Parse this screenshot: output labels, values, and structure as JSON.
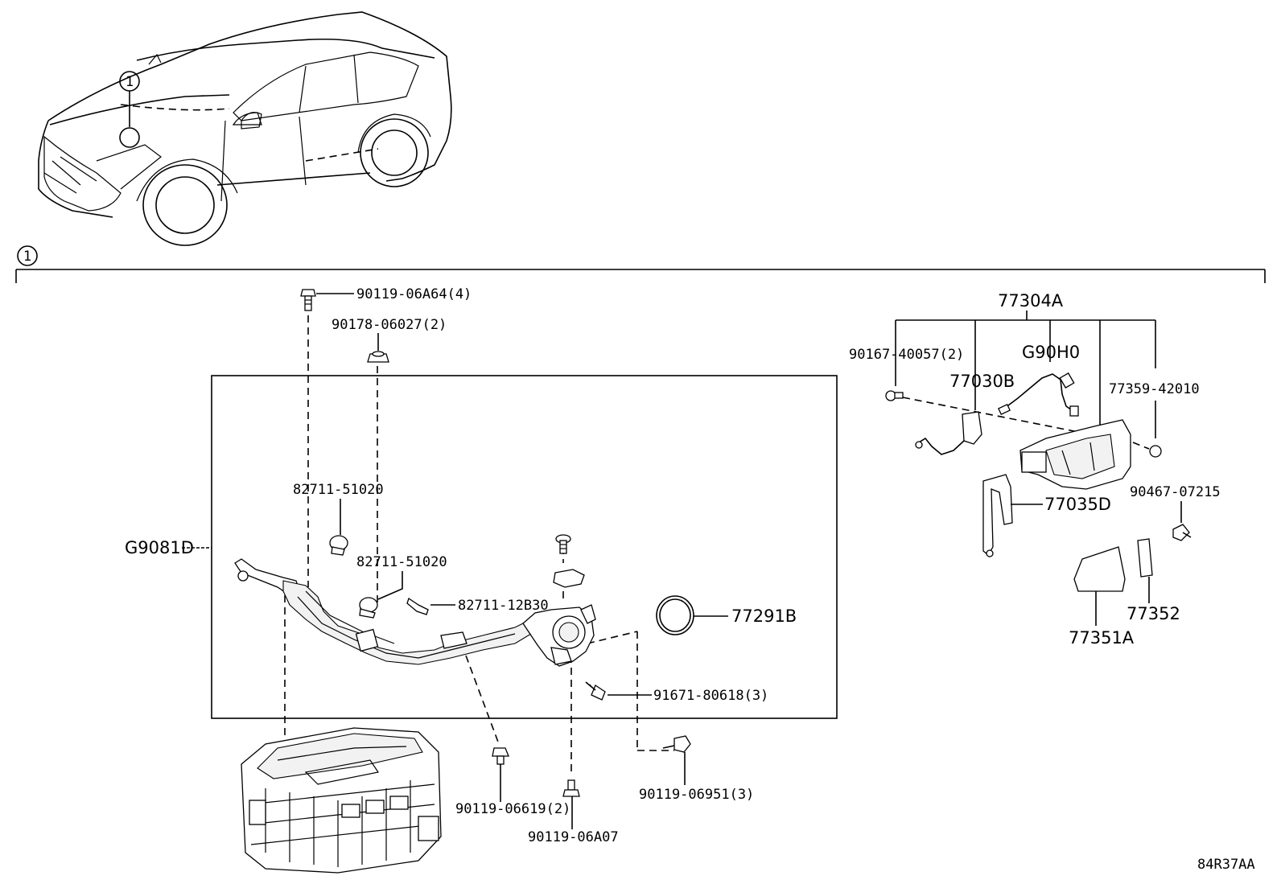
{
  "diagram_code": "84R37AA",
  "callout_ref": "1",
  "parts": {
    "p_90119_06A64": "90119-06A64(4)",
    "p_90178_06027": "90178-06027(2)",
    "p_82711_51020_a": "82711-51020",
    "p_82711_51020_b": "82711-51020",
    "p_82711_12B30": "82711-12B30",
    "p_G9081D": "G9081D",
    "p_77291B": "77291B",
    "p_91671_80618": "91671-80618(3)",
    "p_90119_06619": "90119-06619(2)",
    "p_90119_06A07": "90119-06A07",
    "p_90119_06951": "90119-06951(3)",
    "p_77304A": "77304A",
    "p_90167_40057": "90167-40057(2)",
    "p_G90H0": "G90H0",
    "p_77030B": "77030B",
    "p_77359_42010": "77359-42010",
    "p_77035D": "77035D",
    "p_90467_07215": "90467-07215",
    "p_77351A": "77351A",
    "p_77352": "77352"
  }
}
